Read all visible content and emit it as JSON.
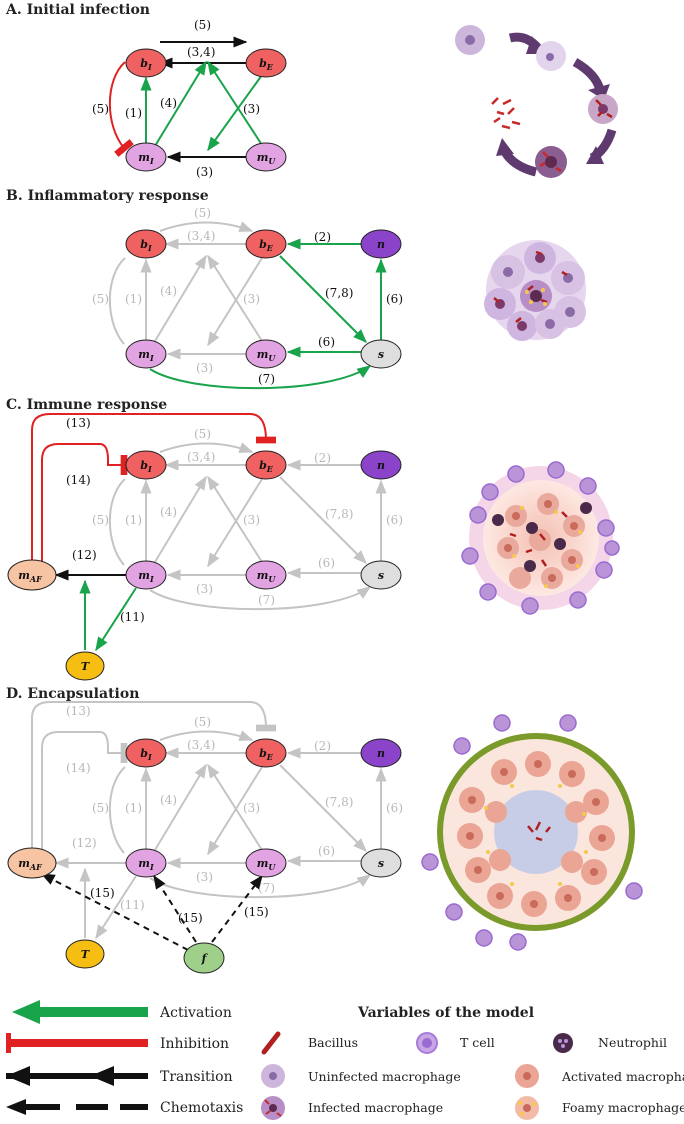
{
  "panels": {
    "a": {
      "title": "A.  Initial infection"
    },
    "b": {
      "title": "B.  Inflammatory response"
    },
    "c": {
      "title": "C.  Immune response"
    },
    "d": {
      "title": "D.  Encapsulation"
    }
  },
  "nodes": {
    "bI": {
      "base": "b",
      "sub": "I"
    },
    "bE": {
      "base": "b",
      "sub": "E"
    },
    "mI": {
      "base": "m",
      "sub": "I"
    },
    "mU": {
      "base": "m",
      "sub": "U"
    },
    "n": {
      "base": "n",
      "sub": ""
    },
    "s": {
      "base": "s",
      "sub": ""
    },
    "mAF": {
      "base": "m",
      "sub": "AF"
    },
    "T": {
      "base": "T",
      "sub": ""
    },
    "f": {
      "base": "f",
      "sub": ""
    }
  },
  "edge_labels": {
    "e1": "(1)",
    "e2": "(2)",
    "e3": "(3)",
    "e34": "(3,4)",
    "e4": "(4)",
    "e5": "(5)",
    "e6": "(6)",
    "e7": "(7)",
    "e78": "(7,8)",
    "e11": "(11)",
    "e12": "(12)",
    "e13": "(13)",
    "e14": "(14)",
    "e15": "(15)"
  },
  "colors": {
    "activation": "#19a34a",
    "inhibition": "#e02222",
    "transition": "#111111",
    "faded": "#c4c4c4",
    "bacteria_node": "#f06262",
    "macrophage_node": "#e2a3e2",
    "neutrophil_node": "#8b44c9",
    "s_node": "#dedede",
    "foamy_node": "#f6c4a3",
    "tcell_node": "#f6bd12",
    "fibro_node": "#9fd08a",
    "capsule": "#7a9a2a"
  },
  "legend": {
    "activation": "Activation",
    "inhibition": "Inhibition",
    "transition": "Transition",
    "chemotaxis": "Chemotaxis",
    "variables_title": "Variables of the model",
    "bacillus": "Bacillus",
    "t_cell": "T cell",
    "neutrophil": "Neutrophil",
    "uninfected": "Uninfected macrophage",
    "activated": "Activated macrophage",
    "infected": "Infected macrophage",
    "foamy": "Foamy macrophage"
  }
}
